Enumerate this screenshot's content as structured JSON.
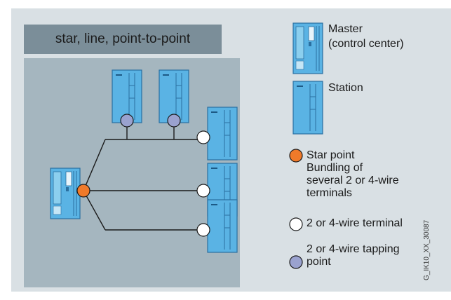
{
  "title": "star, line, point-to-point",
  "legend": {
    "master_line1": "Master",
    "master_line2": "(control center)",
    "station": "Station",
    "star_line1": "Star point",
    "star_line2": "Bundling of",
    "star_line3": "several 2 or 4-wire",
    "star_line4": "terminals",
    "terminal": "2 or 4-wire terminal",
    "tapping_line1": "2 or 4-wire tapping",
    "tapping_line2": "point"
  },
  "credit": "G_IK10_XX_30087",
  "colors": {
    "device_fill": "#5ab3e4",
    "device_outline": "#2a6fa0",
    "star_point": "#f07a2a",
    "tapping_point": "#9aa2cf",
    "terminal": "#ffffff",
    "title_bar": "#7b8e99",
    "diagram_bg": "#a5b6bf",
    "frame_bg": "#d9e0e4"
  }
}
